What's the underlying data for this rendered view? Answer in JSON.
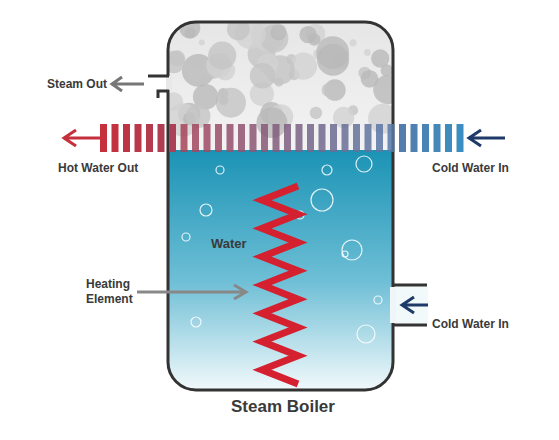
{
  "diagram": {
    "caption": "Steam Boiler",
    "labels": [
      "Steam Out",
      "Hot Water Out",
      "Cold Water In",
      "Water",
      "Heating Element",
      "Cold Water In"
    ]
  }
}
